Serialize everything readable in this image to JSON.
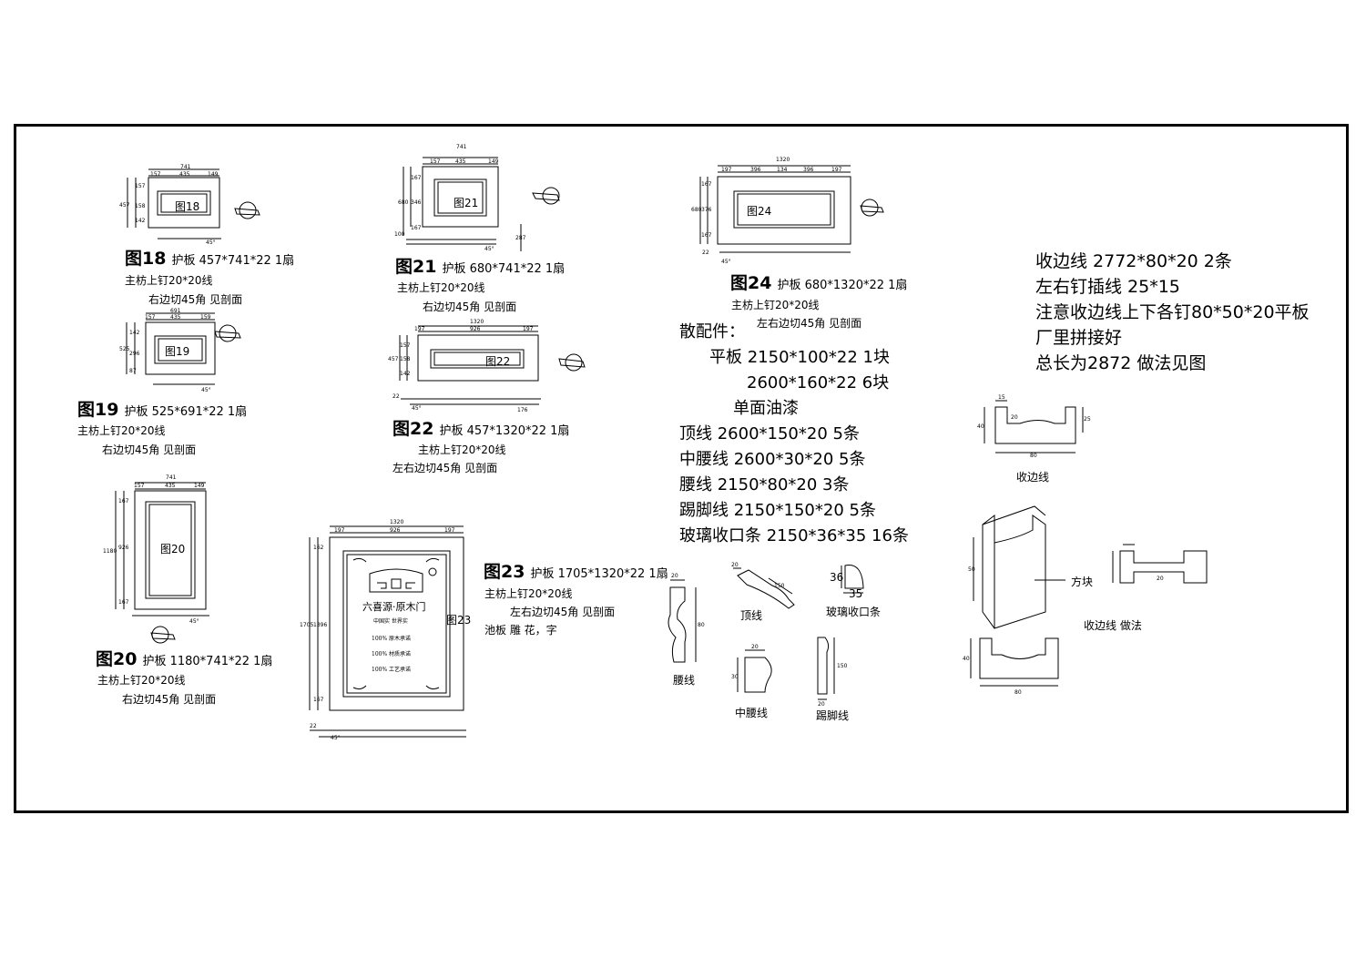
{
  "panels": [
    {
      "id": "p18",
      "caption": "图18",
      "spec": "护板 457*741*22 1扇",
      "note1": "主枋上钉20*20线",
      "note2": "右边切45角 见剖面",
      "label": "图18",
      "width_dim": "741",
      "parts_dim": [
        "157",
        "435",
        "149"
      ],
      "height_dim": "457",
      "rows_dim": [
        "157",
        "158",
        "142"
      ],
      "angle": "45°"
    },
    {
      "id": "p21",
      "caption": "图21",
      "spec": "护板 680*741*22 1扇",
      "note1": "主枋上钉20*20线",
      "note2": "右边切45角 见剖面",
      "label": "图21",
      "width_dim": "741",
      "parts_dim": [
        "157",
        "435",
        "149"
      ],
      "height_dim": "680",
      "rows_dim": [
        "167",
        "346",
        "167"
      ],
      "extra_dim": "287",
      "base_dim": "100",
      "angle": "45°"
    },
    {
      "id": "p24",
      "caption": "图24",
      "spec": "护板 680*1320*22 1扇",
      "note1": "主枋上钉20*20线",
      "note2": "左右边切45角 见剖面",
      "label": "图24",
      "width_dim": "1320",
      "parts_dim": [
        "197",
        "396",
        "134",
        "396",
        "197"
      ],
      "height_dim": "680",
      "rows_dim": [
        "167",
        "376",
        "167"
      ],
      "base_dim": "22",
      "angle": "45°"
    },
    {
      "id": "p19",
      "caption": "图19",
      "spec": "护板 525*691*22 1扇",
      "note1": "主枋上钉20*20线",
      "note2": "右边切45角 见剖面",
      "label": "图19",
      "width_dim": "691",
      "parts_dim": [
        "157",
        "435",
        "159"
      ],
      "height_dim": "525",
      "rows_dim": [
        "142",
        "296",
        "87"
      ],
      "angle": "45°"
    },
    {
      "id": "p22",
      "caption": "图22",
      "spec": "护板 457*1320*22 1扇",
      "note1": "主枋上钉20*20线",
      "note2": "左右边切45角 见剖面",
      "label": "图22",
      "width_dim": "1320",
      "parts_dim": [
        "197",
        "926",
        "197"
      ],
      "height_dim": "457",
      "rows_dim": [
        "157",
        "158",
        "142"
      ],
      "base_dim": "22",
      "extra_dim": "176",
      "angle": "45°"
    },
    {
      "id": "p20",
      "caption": "图20",
      "spec": "护板 1180*741*22 1扇",
      "note1": "主枋上钉20*20线",
      "note2": "右边切45角 见剖面",
      "label": "图20",
      "width_dim": "741",
      "parts_dim": [
        "157",
        "435",
        "149"
      ],
      "height_dim": "1180",
      "rows_dim": [
        "167",
        "926",
        "167"
      ],
      "angle": "45°"
    },
    {
      "id": "p23",
      "caption": "图23",
      "spec": "护板 1705*1320*22 1扇",
      "note1": "主枋上钉20*20线",
      "note2": "左右边切45角 见剖面",
      "note3": "池板 雕 花，字",
      "label": "图23",
      "width_dim": "1320",
      "parts_dim": [
        "197",
        "926",
        "197"
      ],
      "height_dim": "1705",
      "rows_dim": [
        "162",
        "1396",
        "167"
      ],
      "base_dim": "22",
      "angle": "45°"
    }
  ],
  "plaque": {
    "title": "六喜源·原木门",
    "subtitle": "中国实 世界实",
    "lines": [
      "100% 原木承诺",
      "100% 材质承诺",
      "100% 工艺承诺"
    ]
  },
  "parts_list": {
    "title": "散配件：",
    "items": [
      "平板 2150*100*22 1块",
      "2600*160*22 6块",
      "单面油漆",
      "顶线 2600*150*20 5条",
      "中腰线 2600*30*20 5条",
      "腰线 2150*80*20 3条",
      "踢脚线 2150*150*20 5条",
      "玻璃收口条 2150*36*35 16条"
    ]
  },
  "notes_right": [
    "收边线 2772*80*20 2条",
    "左右钉插线 25*15",
    "注意收边线上下各钉80*50*20平板",
    "厂里拼接好",
    "总长为2872 做法见图"
  ],
  "profiles": {
    "waist": {
      "label": "腰线",
      "dims": [
        "20",
        "80"
      ]
    },
    "top": {
      "label": "顶线",
      "dims": [
        "20",
        "150"
      ]
    },
    "glass": {
      "label": "玻璃收口条",
      "dims": [
        "36",
        "35"
      ]
    },
    "mid": {
      "label": "中腰线",
      "dims": [
        "20",
        "30"
      ]
    },
    "skirt": {
      "label": "踢脚线",
      "dims": [
        "150",
        "20"
      ]
    }
  },
  "edge": {
    "label": "收边线",
    "label2": "收边线 做法",
    "block": "方块",
    "dims": [
      "15",
      "20",
      "40",
      "25",
      "80",
      "50",
      "20",
      "80",
      "40"
    ]
  }
}
